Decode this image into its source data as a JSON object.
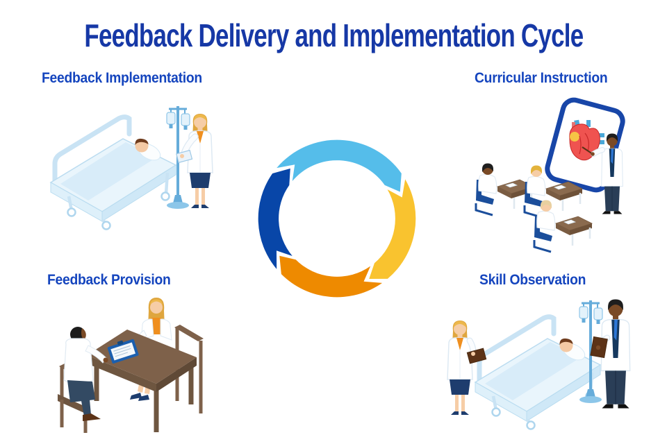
{
  "title": "Feedback Delivery and Implementation Cycle",
  "colors": {
    "background": "#FFFFFF",
    "title_text": "#1638A6",
    "label_text": "#1545BE",
    "cycle_light_blue": "#55BDEA",
    "cycle_yellow": "#F9C32F",
    "cycle_orange": "#EE8A00",
    "cycle_dark_blue": "#0846A8"
  },
  "quadrants": [
    {
      "label": "Feedback Implementation",
      "position": "top-left",
      "scene": "clinician with tablet beside patient in hospital bed with IV drip"
    },
    {
      "label": "Curricular Instruction",
      "position": "top-right",
      "scene": "instructor pointing at heart anatomy board in front of three students at desks"
    },
    {
      "label": "Feedback Provision",
      "position": "bottom-left",
      "scene": "two clinicians in discussion across a table with a clipboard"
    },
    {
      "label": "Skill Observation",
      "position": "bottom-right",
      "scene": "two clinicians with clipboards observing patient in hospital bed with IV drip"
    }
  ],
  "cycle": {
    "type": "circular-arrow-cycle",
    "direction": "clockwise",
    "segments": [
      {
        "position": "top",
        "color": "#55BDEA"
      },
      {
        "position": "right",
        "color": "#F9C32F"
      },
      {
        "position": "bottom",
        "color": "#EE8A00"
      },
      {
        "position": "left",
        "color": "#0846A8"
      }
    ]
  }
}
